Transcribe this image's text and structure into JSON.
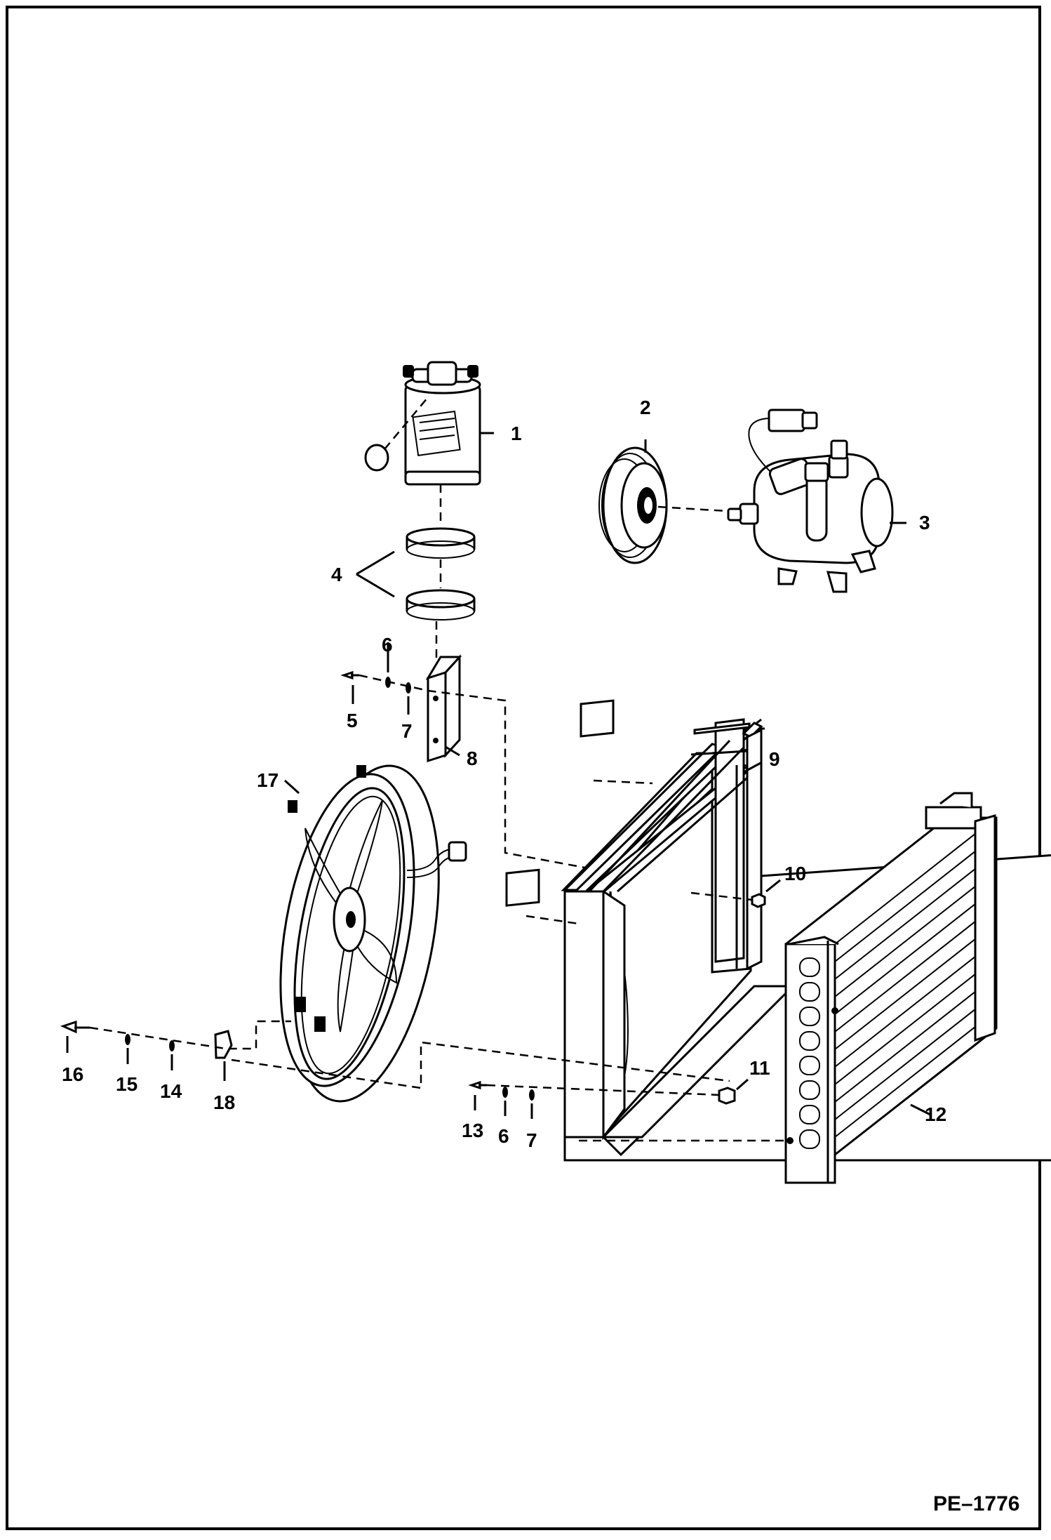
{
  "diagram_ref": "PE–1776",
  "callouts": {
    "c1": "1",
    "c2": "2",
    "c3": "3",
    "c4": "4",
    "c5": "5",
    "c6a": "6",
    "c6b": "6",
    "c7a": "7",
    "c7b": "7",
    "c8": "8",
    "c9": "9",
    "c10": "10",
    "c11": "11",
    "c12": "12",
    "c13": "13",
    "c14": "14",
    "c15": "15",
    "c16": "16",
    "c17": "17",
    "c18": "18"
  }
}
